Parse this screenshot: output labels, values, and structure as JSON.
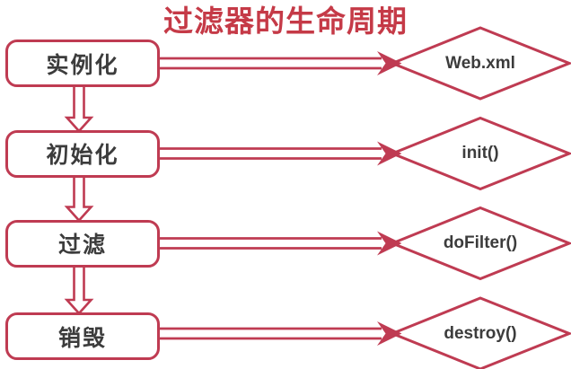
{
  "title": "过滤器的生命周期",
  "colors": {
    "shape_stroke": "#BF3B52",
    "title_color": "#C53A47",
    "text_color": "#3C3C3C",
    "bg_color": "#FFFFFF"
  },
  "diagram": {
    "type": "flowchart",
    "description": "filter-lifecycle",
    "rows": [
      {
        "step": "实例化",
        "method": "Web.xml"
      },
      {
        "step": "初始化",
        "method": "init()"
      },
      {
        "step": "过滤",
        "method": "doFilter()"
      },
      {
        "step": "销毁",
        "method": "destroy()"
      }
    ]
  }
}
